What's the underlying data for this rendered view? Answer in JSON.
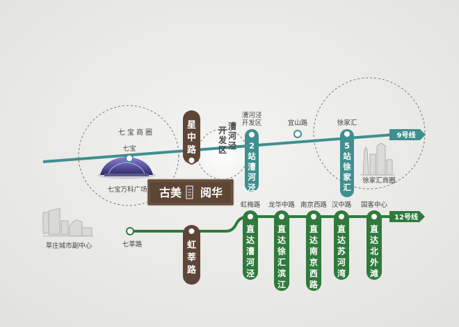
{
  "colors": {
    "line9": "#3f8f8f",
    "line12": "#2f7a3c",
    "brown": "#5e4636",
    "brand_bg": "#5e4636",
    "text_dark": "#444444",
    "text_white": "#ffffff"
  },
  "brand": {
    "left": "古美",
    "right": "阅华"
  },
  "circles": [
    {
      "name": "七宝商圈"
    },
    {
      "name": "漕河泾开发区"
    },
    {
      "name": "徐家汇商圈"
    }
  ],
  "landmarks": [
    {
      "label": "七宝万科广场"
    },
    {
      "label": "莘庄城市副中心"
    }
  ],
  "line9": {
    "label": "9号线",
    "stations": [
      {
        "name": "七宝"
      },
      {
        "name": "星中路"
      },
      {
        "name": "漕河泾开发区"
      },
      {
        "name": "宜山路"
      },
      {
        "name": "徐家汇"
      }
    ],
    "hops": [
      {
        "text": "2站漕河泾"
      },
      {
        "text": "5站徐家汇"
      }
    ]
  },
  "line12": {
    "label": "12号线",
    "stations": [
      {
        "name": "七莘路"
      },
      {
        "name": "虹莘路"
      },
      {
        "name": "虹梅路"
      },
      {
        "name": "龙华中路"
      },
      {
        "name": "南京西路"
      },
      {
        "name": "汉中路"
      },
      {
        "name": "国客中心"
      }
    ],
    "direct": [
      {
        "text": "直达漕河泾"
      },
      {
        "text": "直达徐汇滨江"
      },
      {
        "text": "直达南京西路"
      },
      {
        "text": "直达苏河湾"
      },
      {
        "text": "直达北外滩"
      }
    ]
  }
}
